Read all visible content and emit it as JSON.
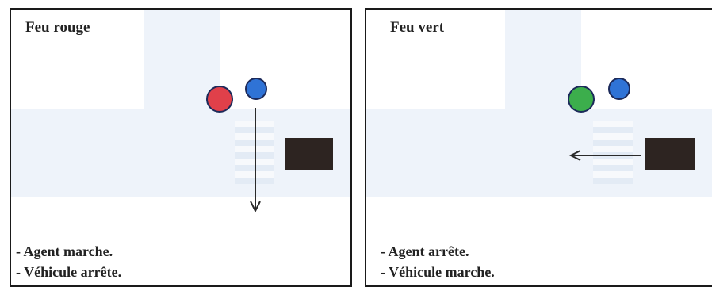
{
  "panels": [
    {
      "title": "Feu rouge",
      "lights": {
        "vehicle_light_color": "#e0404a",
        "pedestrian_light_color": "#2f73d6"
      },
      "arrow_direction": "down",
      "captions": [
        "- Agent marche.",
        "- Véhicule arrête."
      ]
    },
    {
      "title": "Feu vert",
      "lights": {
        "vehicle_light_color": "#3cae4c",
        "pedestrian_light_color": "#2f73d6"
      },
      "arrow_direction": "left",
      "captions": [
        "- Agent arrête.",
        "- Véhicule marche."
      ]
    }
  ]
}
